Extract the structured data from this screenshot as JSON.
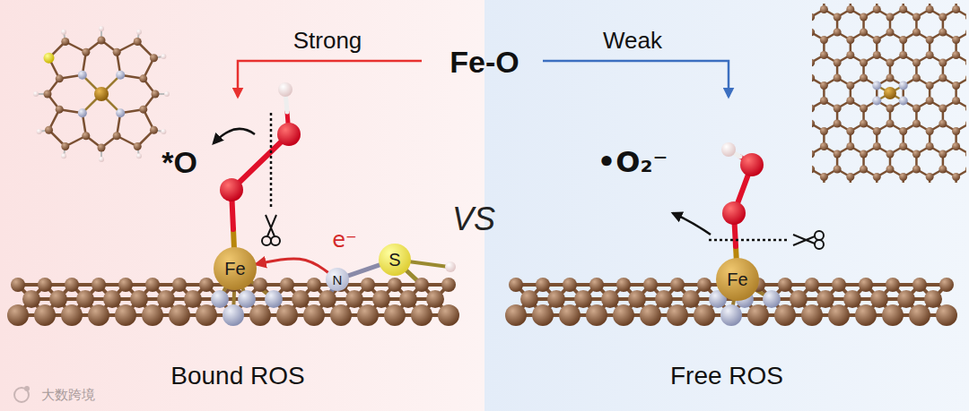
{
  "diagram": {
    "nodes": [
      {
        "text": [
          "Fe"
        ]
      },
      {
        "text": [
          "N"
        ]
      },
      {
        "text": [
          "S"
        ]
      },
      {
        "text": [
          "Fe"
        ]
      }
    ],
    "edges": [
      {
        "from": 1,
        "to": 0,
        "arrow": "to",
        "label": "e⁻"
      },
      {
        "from": 1,
        "to": 2,
        "arrow": "none"
      }
    ],
    "labels": [
      "Strong",
      "Fe-O",
      "Weak",
      "*O",
      "•O₂⁻",
      "VS",
      "Bound ROS",
      "Free ROS",
      "大数跨境"
    ]
  }
}
